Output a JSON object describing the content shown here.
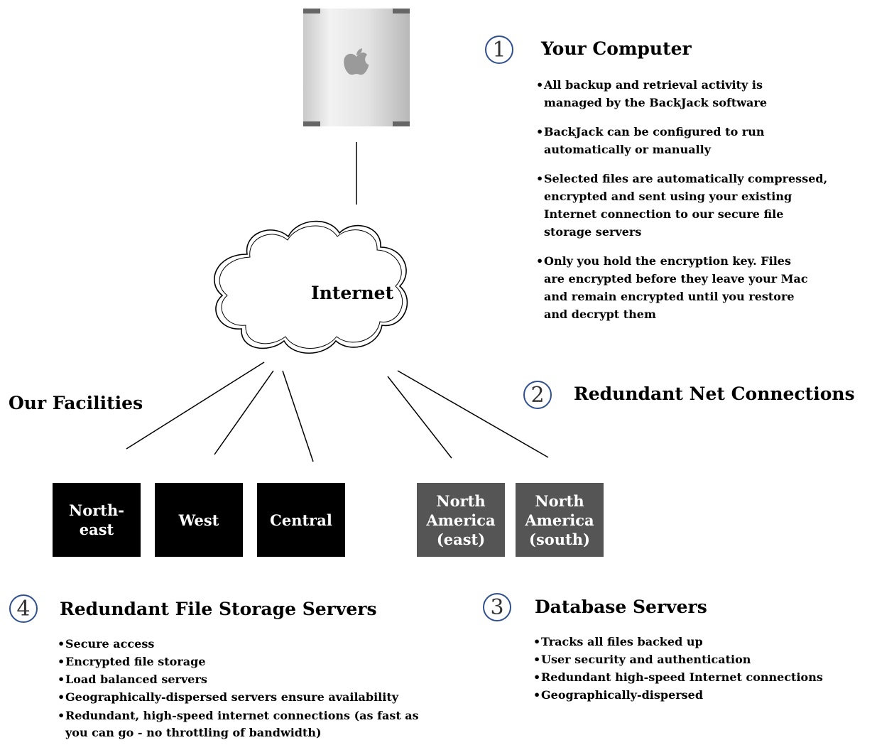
{
  "computer": {
    "number": "1",
    "title": "Your Computer",
    "bullets": [
      "All backup and retrieval activity is\nmanaged by the BackJack software",
      "BackJack can be configured to run\nautomatically or manually",
      "Selected files are automatically compressed,\nencrypted and sent using your existing\nInternet connection to our secure file\nstorage servers",
      "Only you hold the encryption key.  Files\nare encrypted before they leave your Mac\nand remain encrypted until you restore\nand decrypt them"
    ]
  },
  "internet": {
    "label": "Internet"
  },
  "net_connections": {
    "number": "2",
    "title": "Redundant Net Connections"
  },
  "facilities": {
    "label": "Our Facilities"
  },
  "file_servers": {
    "number": "4",
    "title": "Redundant File Storage Servers",
    "bullets": [
      "Secure access",
      "Encrypted file storage",
      "Load balanced servers",
      "Geographically-dispersed servers ensure availability",
      "Redundant, high-speed internet connections (as fast as\nyou can go -  no throttling of bandwidth)"
    ]
  },
  "database_servers": {
    "number": "3",
    "title": "Database Servers",
    "bullets": [
      "Tracks all files backed up",
      "User security and authentication",
      "Redundant high-speed Internet connections",
      "Geographically-dispersed"
    ]
  },
  "sites": {
    "northeast": "North-\neast",
    "west": "West",
    "central": "Central",
    "na_east": "North\nAmerica\n(east)",
    "na_south": "North\nAmerica\n(south)"
  },
  "colors": {
    "facility_box": "#000000",
    "database_box": "#555555",
    "circle_border": "#2f4f8f"
  }
}
